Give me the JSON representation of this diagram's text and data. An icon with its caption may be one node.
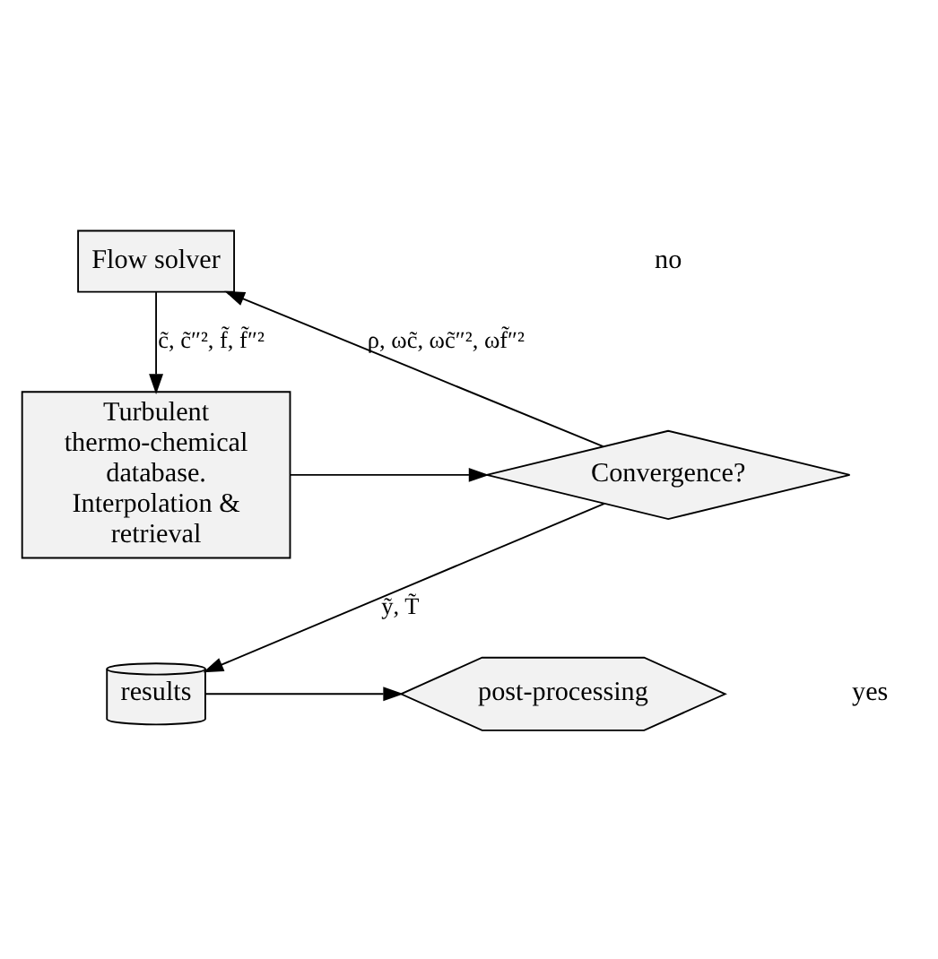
{
  "diagram": {
    "nodes": [
      {
        "text": [
          "Flow solver"
        ]
      },
      {
        "text": [
          "Turbulent thermo-chemical database. Interpolation & retrieval"
        ]
      },
      {
        "text": [
          "Convergence?"
        ]
      },
      {
        "text": [
          "results"
        ]
      },
      {
        "text": [
          "post-processing"
        ]
      }
    ],
    "edges": [
      {
        "from": 2,
        "to": 0,
        "arrow": "to",
        "label": "ρ, ωc̃, ωc̃″², ωf̃″²"
      },
      {
        "from": 0,
        "to": 1,
        "arrow": "to",
        "label": "c̃, c̃″², f̃, f̃″²"
      },
      {
        "from": 1,
        "to": 2,
        "arrow": "to"
      },
      {
        "from": 2,
        "to": 3,
        "arrow": "to",
        "label": "ỹ, T̃"
      },
      {
        "from": 3,
        "to": 4,
        "arrow": "to"
      }
    ],
    "labels": [
      "no",
      "yes"
    ]
  }
}
